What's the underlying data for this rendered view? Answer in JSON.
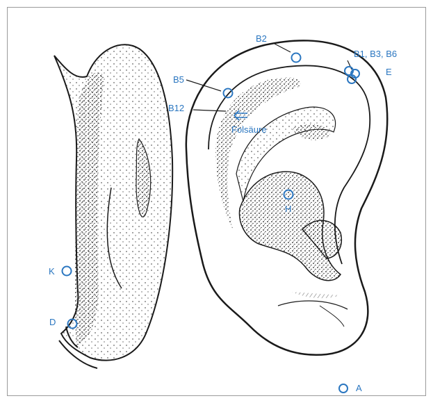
{
  "colors": {
    "accent": "#2a76c0",
    "ink": "#1a1a1a"
  },
  "labels": {
    "b2": "B2",
    "b136": "B1, B3, B6",
    "e": "E",
    "b5": "B5",
    "b12": "B12",
    "folsaeure": "Folsäure",
    "h": "H",
    "k": "K",
    "d": "D",
    "a": "A"
  }
}
